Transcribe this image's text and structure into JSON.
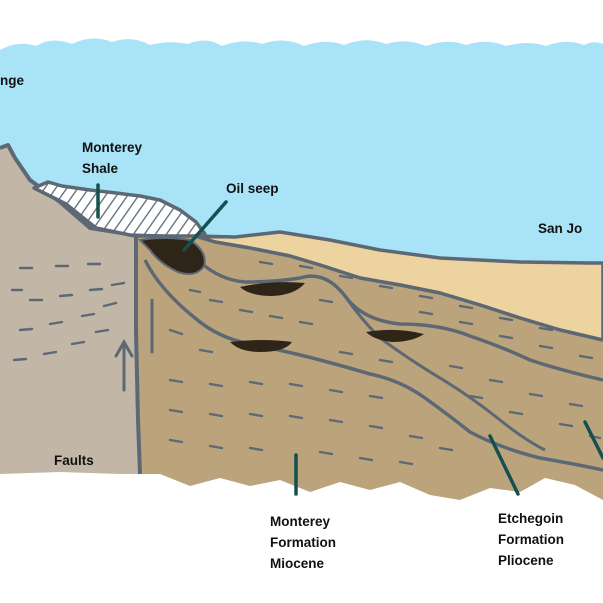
{
  "diagram": {
    "labels": {
      "range": "nge",
      "monterey_shale": [
        "Monterey",
        "Shale"
      ],
      "oil_seep": "Oil seep",
      "san_joaquin": "San Jo",
      "faults": "Faults",
      "monterey_formation": [
        "Monterey",
        "Formation",
        "Miocene"
      ],
      "etchegoin_formation": [
        "Etchegoin",
        "Formation",
        "Pliocene"
      ]
    },
    "colors": {
      "sky": "#a9e3f7",
      "outline": "#5d6875",
      "basement": "#c2b6a6",
      "sediment": "#bba47b",
      "sand": "#ecd3a0",
      "oil": "#2f2418",
      "leader": "#13504f"
    }
  }
}
